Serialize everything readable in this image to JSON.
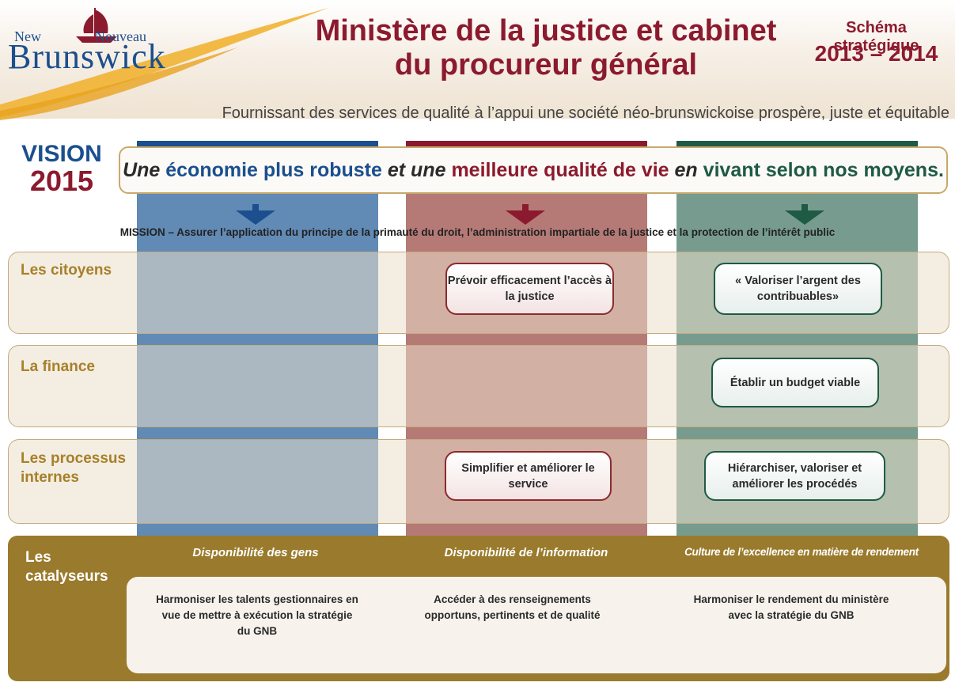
{
  "header": {
    "logo": {
      "new": "New",
      "nouveau": "Nouveau",
      "main": "Brunswick"
    },
    "title": "Ministère de la justice et cabinet du procureur général",
    "schema_label": "Schéma stratégique",
    "schema_years": "2013 – 2014",
    "tagline": "Fournissant des services de qualité à l’appui une société néo-brunswickoise prospère, juste et équitable"
  },
  "colors": {
    "blue": "#1b4f8e",
    "red": "#8c1a2e",
    "green": "#1f5a44",
    "gold": "#9a7a2c"
  },
  "vision": {
    "word": "VISION",
    "year": "2015",
    "p1": "Une",
    "p2": "économie plus robuste",
    "p3": "et une",
    "p4": "meilleure qualité de vie",
    "p5": "en",
    "p6": "vivant selon nos moyens."
  },
  "mission": "MISSION – Assurer l’application du principe de la primauté du droit, l’administration impartiale de la justice et la protection de l’intérêt public",
  "perspectives": {
    "citizens": {
      "label": "Les citoyens",
      "obj_red": "Prévoir efficacement l’accès à la justice",
      "obj_green": "« Valoriser l’argent des contribuables»"
    },
    "finance": {
      "label": "La finance",
      "obj_green": "Établir un budget viable"
    },
    "internal": {
      "label": "Les processus internes",
      "obj_red": "Simplifier et améliorer le service",
      "obj_green": "Hiérarchiser, valoriser et améliorer les procédés"
    }
  },
  "enablers": {
    "label": "Les catalyseurs",
    "head_people": "Disponibilité des gens",
    "head_info": "Disponibilité de l’information",
    "head_culture": "Culture de l’excellence en matière de rendement",
    "text_people": "Harmoniser les talents gestionnaires en vue de mettre à exécution la stratégie du GNB",
    "text_info": "Accéder à des renseignements opportuns, pertinents et de qualité",
    "text_culture": "Harmoniser le rendement du ministère avec la stratégie du GNB"
  }
}
